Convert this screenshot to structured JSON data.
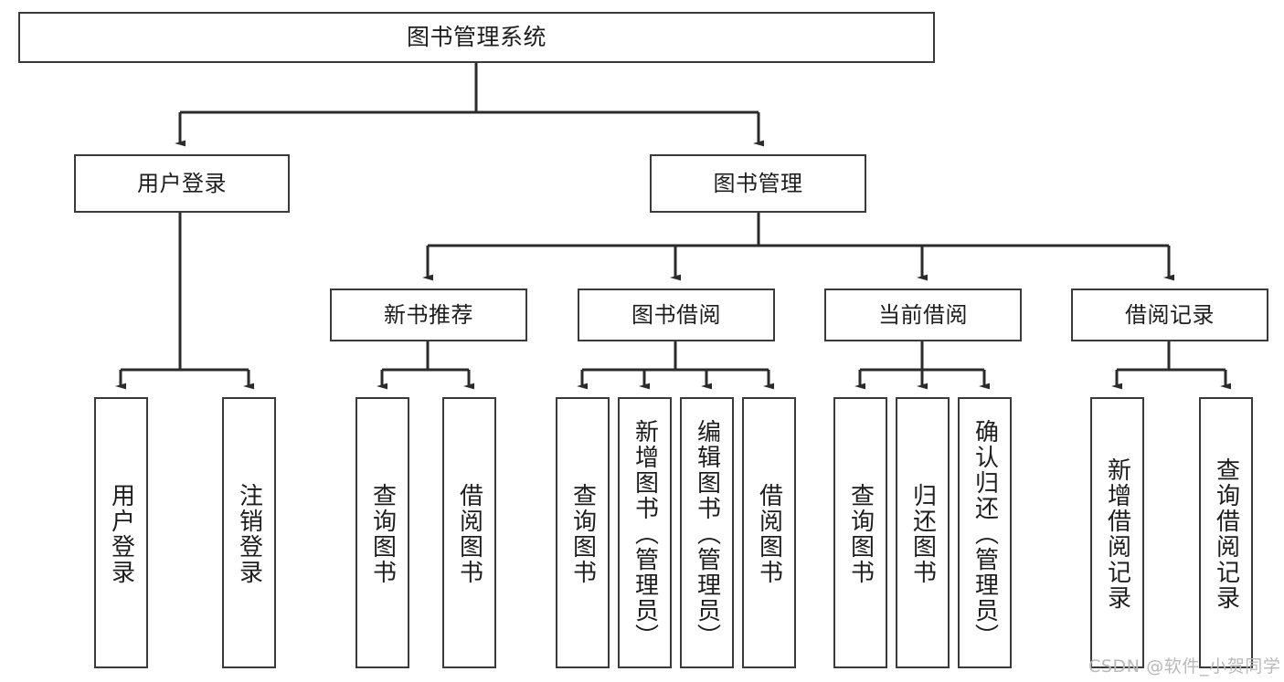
{
  "diagram": {
    "title": "图书管理系统",
    "type": "tree-hierarchy-chart",
    "colors": {
      "box_border": "#3a3a3a",
      "box_fill": "#ffffff",
      "connector": "#2b2b2b",
      "text": "#1d1d1d",
      "watermark": "#b9b9b9",
      "background": "#ffffff"
    },
    "root": {
      "label": "图书管理系统"
    },
    "level2": [
      {
        "label": "用户登录"
      },
      {
        "label": "图书管理"
      }
    ],
    "level3": [
      {
        "label": "新书推荐"
      },
      {
        "label": "图书借阅"
      },
      {
        "label": "当前借阅"
      },
      {
        "label": "借阅记录"
      }
    ],
    "leaves": {
      "user_login": [
        {
          "label": "用户登录"
        },
        {
          "label": "注销登录"
        }
      ],
      "new_book_recommend": [
        {
          "label": "查询图书"
        },
        {
          "label": "借阅图书"
        }
      ],
      "book_borrow": [
        {
          "label": "查询图书"
        },
        {
          "label": "新增图书（管理员）"
        },
        {
          "label": "编辑图书（管理员）"
        },
        {
          "label": "借阅图书"
        }
      ],
      "current_borrow": [
        {
          "label": "查询图书"
        },
        {
          "label": "归还图书"
        },
        {
          "label": "确认归还（管理员）"
        }
      ],
      "borrow_record": [
        {
          "label": "新增借阅记录"
        },
        {
          "label": "查询借阅记录"
        }
      ]
    }
  },
  "watermark": {
    "text": "CSDN @软件_小贺同学"
  }
}
